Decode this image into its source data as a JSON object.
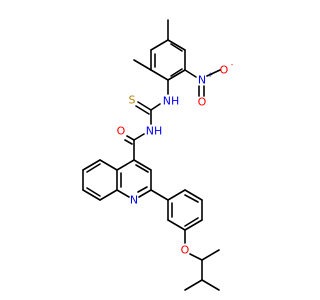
{
  "structure": {
    "atoms": {
      "s_label": "S",
      "nh_upper": "NH",
      "nh_lower": "NH",
      "o_amide": "O",
      "n_nitro": "N",
      "n_nitro_charge": "+",
      "o_nitro": "O",
      "o_nitro_charge": "-",
      "n_quinoline": "N",
      "o_ether": "O"
    },
    "colors": {
      "bond": "#000000",
      "carbon_text": "#000000",
      "nitrogen": "#0000ff",
      "oxygen": "#ff0000",
      "sulfur": "#b8860b"
    }
  }
}
